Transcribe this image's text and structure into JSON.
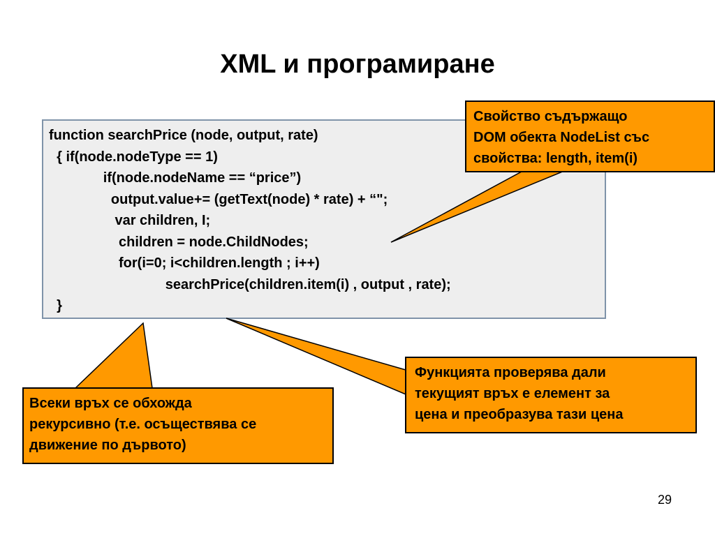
{
  "slide": {
    "title": "XML и програмиране",
    "page_number": "29"
  },
  "code": {
    "lines": [
      "function searchPrice (node, output, rate)",
      "  { if(node.nodeType == 1)",
      "              if(node.nodeName == “price”)",
      "                output.value+= (getText(node) * rate) + “\";",
      "                 var children, I;",
      "                  children = node.ChildNodes;",
      "                  for(i=0; i<children.length ; i++)",
      "                              searchPrice(children.item(i) , output , rate);",
      "  }"
    ]
  },
  "callouts": {
    "nodelist": {
      "line1": "Свойство съдържащо",
      "line2": "DOM обекта NodeList със",
      "line3": "свойства: length, item(i)"
    },
    "recursion": {
      "line1": "Всеки връх се обхожда",
      "line2": "рекурсивно (т.е. осъществява се",
      "line3": "движение по дървото)"
    },
    "price_check": {
      "line1": "Функцията проверява дали",
      "line2": "текущият връх е елемент за",
      "line3": "цена и преобразува тази цена"
    }
  },
  "colors": {
    "callout_fill": "#ff9900",
    "code_background": "#eeeeee",
    "code_border": "#7f93a9"
  }
}
